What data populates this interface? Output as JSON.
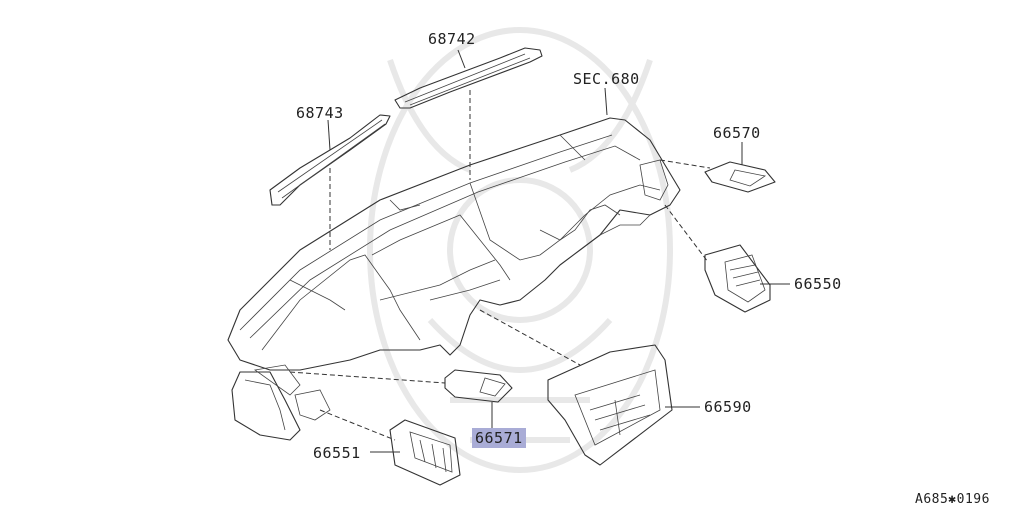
{
  "diagram": {
    "highlight_color": "#a9acd6",
    "callouts": [
      {
        "id": "p68742",
        "label": "68742"
      },
      {
        "id": "p68743",
        "label": "68743"
      },
      {
        "id": "sec680",
        "label": "SEC.680"
      },
      {
        "id": "p66570",
        "label": "66570"
      },
      {
        "id": "p66550",
        "label": "66550"
      },
      {
        "id": "p66590",
        "label": "66590"
      },
      {
        "id": "p66571",
        "label": "66571",
        "highlighted": true
      },
      {
        "id": "p66551",
        "label": "66551"
      }
    ],
    "figure_code": "A685✱0196"
  }
}
